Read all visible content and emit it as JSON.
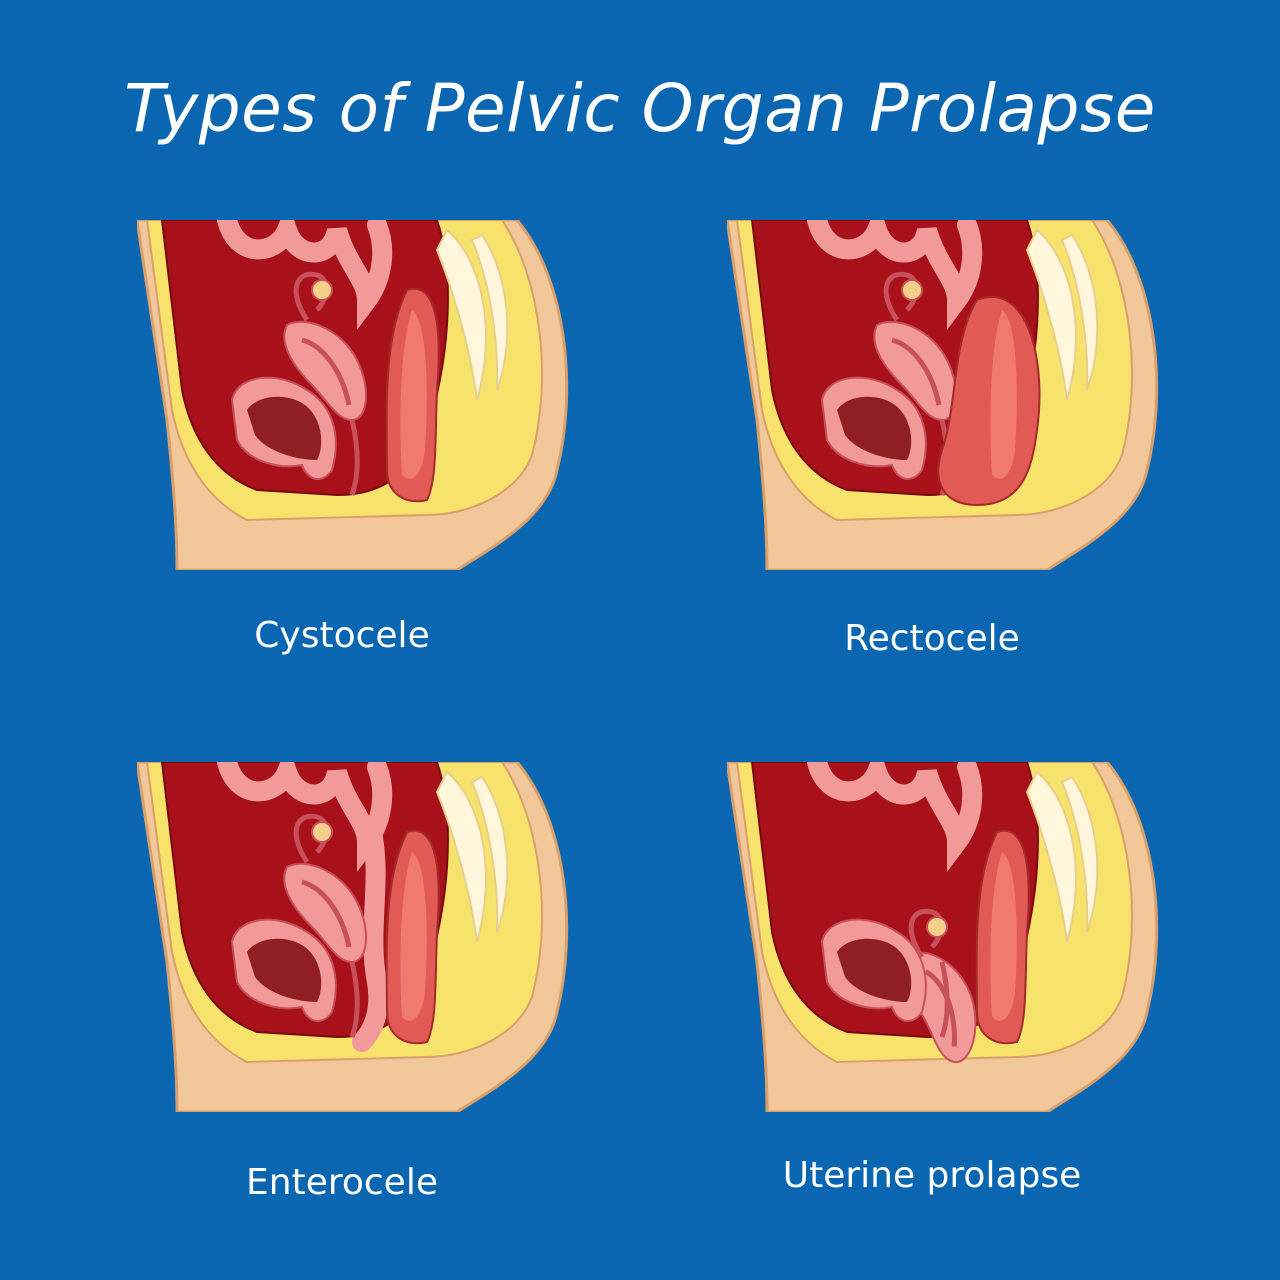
{
  "title": "Types of Pelvic Organ Prolapse",
  "panels": [
    {
      "label": "Cystocele"
    },
    {
      "label": "Rectocele"
    },
    {
      "label": "Enterocele"
    },
    {
      "label": "Uterine prolapse"
    }
  ],
  "colors": {
    "background": "#0a66b0",
    "skin": "#f2c79a",
    "skin_edge": "#d9a06c",
    "fat": "#f7e36b",
    "cavity": "#a8101a",
    "organ_pink": "#f29a9a",
    "organ_outline": "#c8505a",
    "bladder_inner": "#8f1f22",
    "rectum": "#e15a55",
    "bone": "#fff6dc"
  }
}
